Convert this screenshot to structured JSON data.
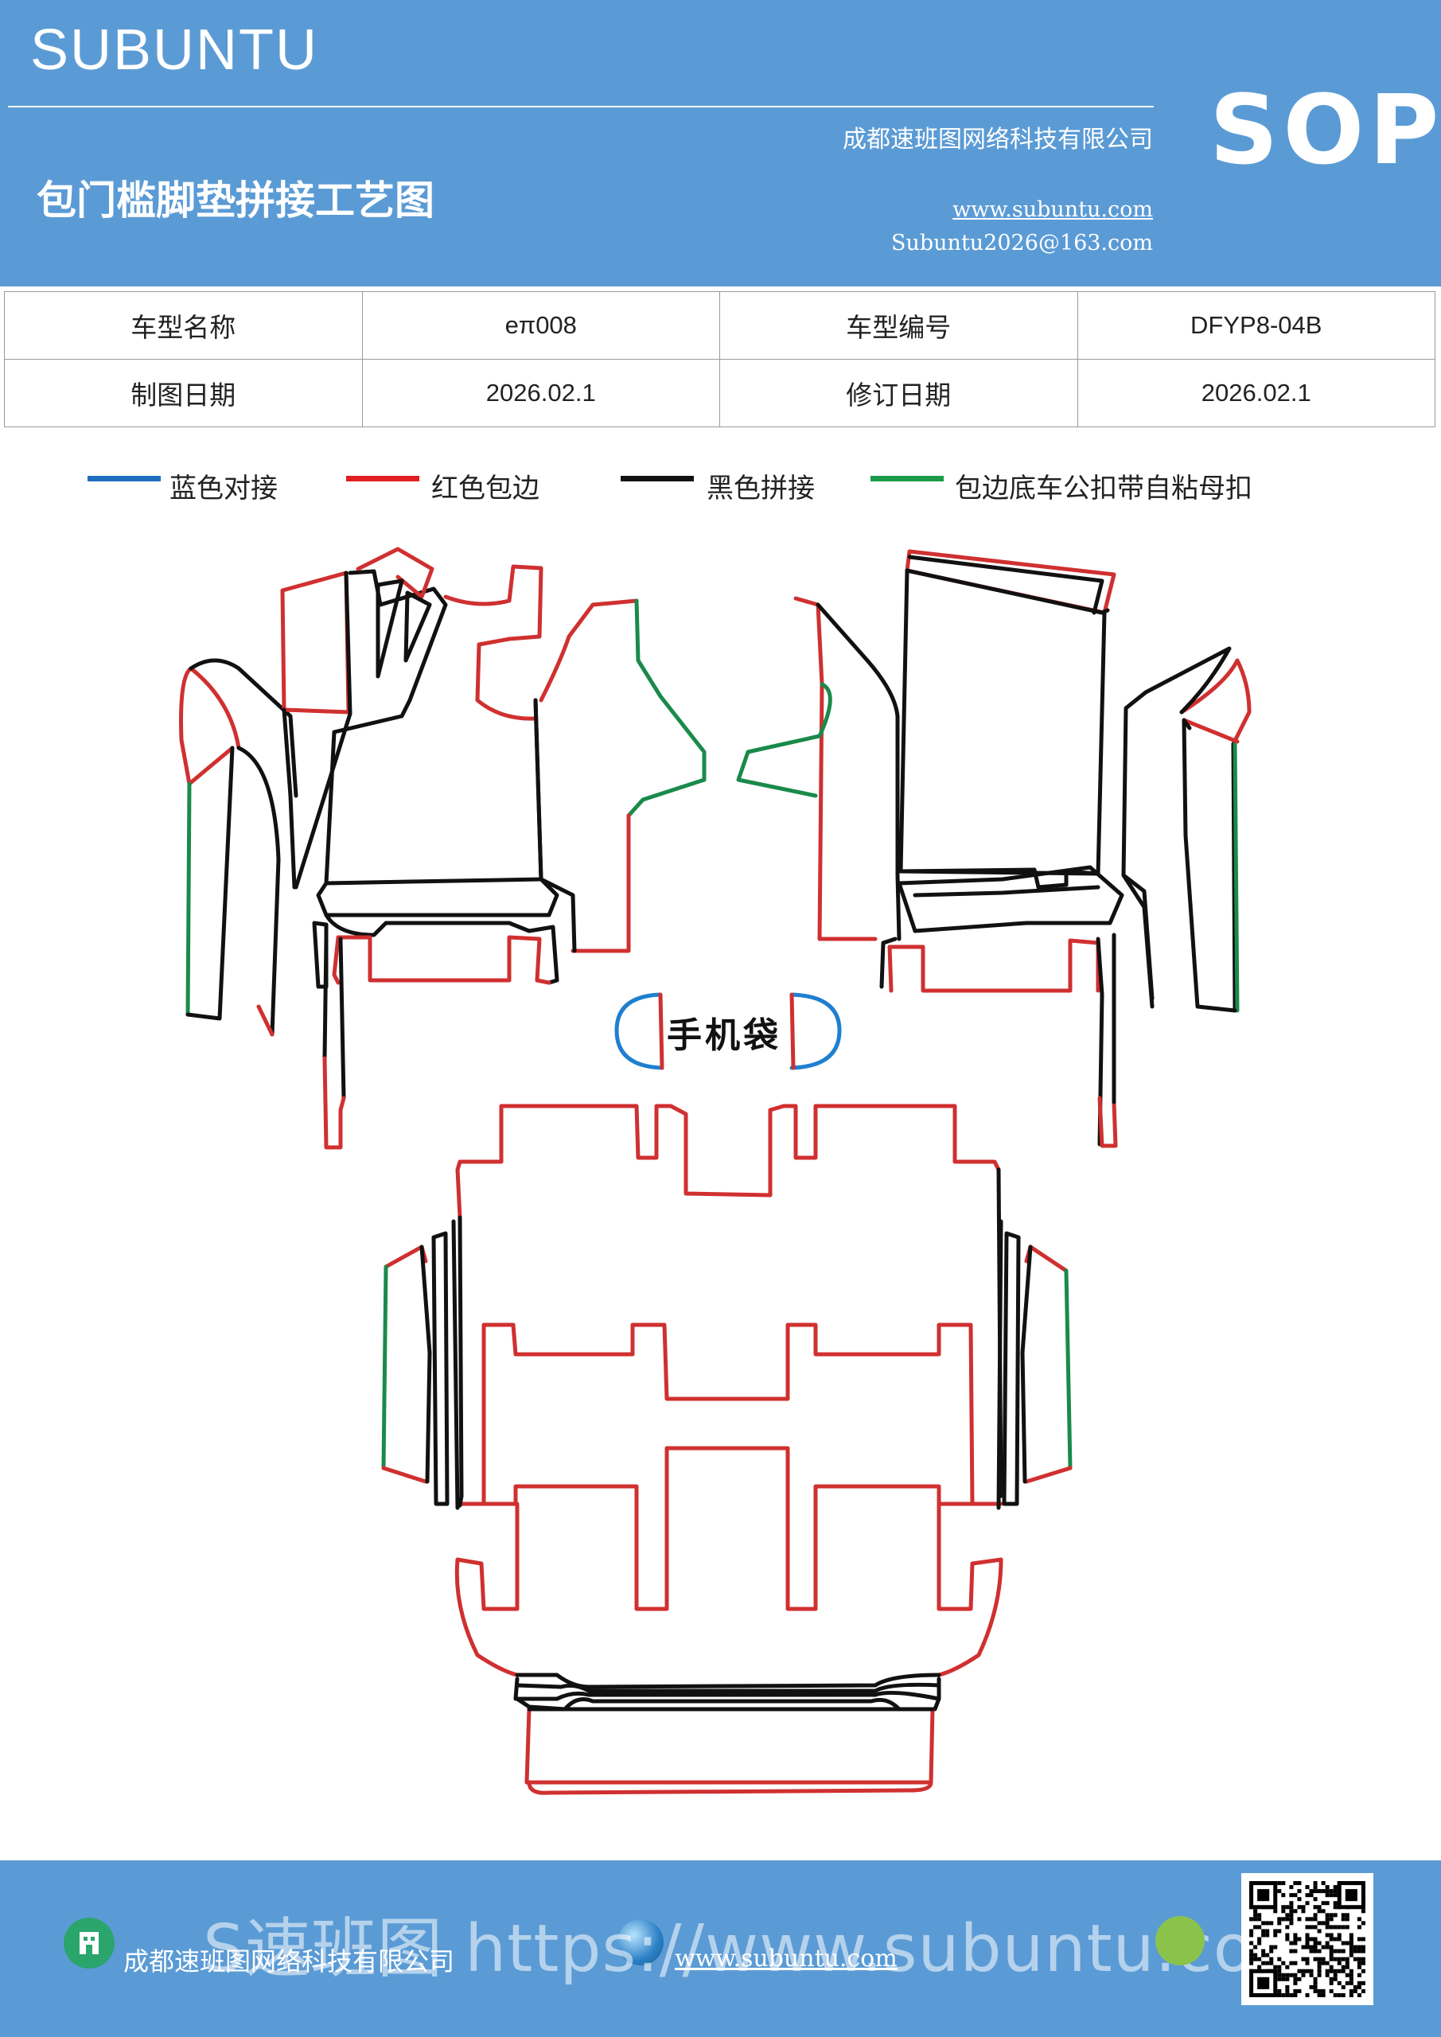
{
  "header": {
    "brand": "SUBUNTU",
    "badge": "SOP",
    "company": "成都速班图网络科技有限公司",
    "title": "包门槛脚垫拼接工艺图",
    "website": "www.subuntu.com",
    "email": "Subuntu2026@163.com"
  },
  "info_table": {
    "model_name_label": "车型名称",
    "model_name_value": "eπ008",
    "model_code_label": "车型编号",
    "model_code_value": "DFYP8-04B",
    "draw_date_label": "制图日期",
    "draw_date_value": "2026.02.1",
    "revise_date_label": "修订日期",
    "revise_date_value": "2026.02.1"
  },
  "legend": [
    {
      "label": "蓝色对接",
      "color": "#1f6fc0"
    },
    {
      "label": "红色包边",
      "color": "#e02020"
    },
    {
      "label": "黑色拼接",
      "color": "#111111"
    },
    {
      "label": "包边底车公扣带自粘母扣",
      "color": "#1a9a4a"
    }
  ],
  "drawing": {
    "phone_pocket_label": "手机袋",
    "colors": {
      "blue": "#1f7fd0",
      "red": "#d03030",
      "black": "#111111",
      "green": "#1a8a4a"
    }
  },
  "footer": {
    "company": "成都速班图网络科技有限公司",
    "website": "www.subuntu.com",
    "watermark": "S速班图 https://www.subuntu.com"
  }
}
